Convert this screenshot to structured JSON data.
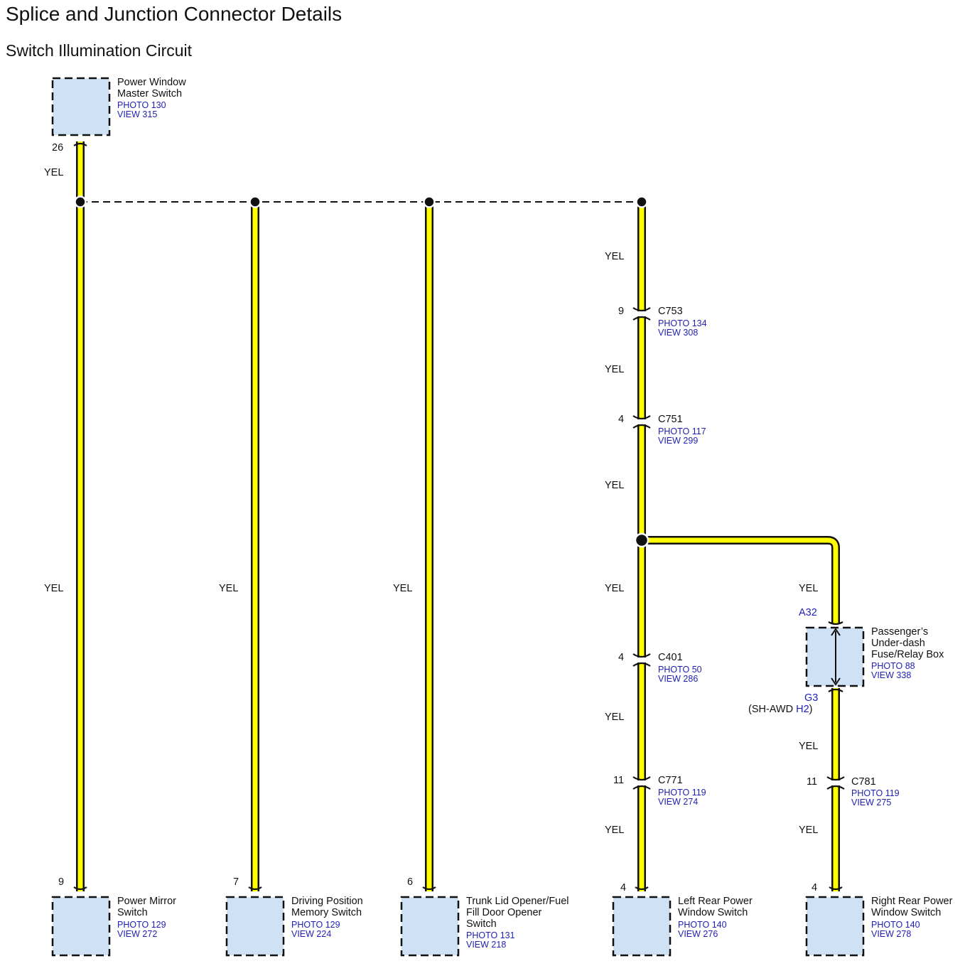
{
  "title": "Splice and Junction Connector Details",
  "subtitle": "Switch Illumination Circuit",
  "wire_color": "YEL",
  "colors": {
    "wire": "#ffff00",
    "box_fill": "#cfe2f5",
    "ref_text": "#1f1fb5"
  },
  "components": {
    "master": {
      "name1": "Power Window",
      "name2": "Master Switch",
      "photo": "PHOTO 130",
      "view": "VIEW 315",
      "pin": "26"
    },
    "mirror": {
      "name1": "Power Mirror",
      "name2": "Switch",
      "photo": "PHOTO 129",
      "view": "VIEW 272",
      "pin": "9"
    },
    "memory": {
      "name1": "Driving Position",
      "name2": "Memory Switch",
      "photo": "PHOTO 129",
      "view": "VIEW 224",
      "pin": "7"
    },
    "trunk": {
      "name1": "Trunk Lid Opener/Fuel",
      "name2": "Fill Door Opener",
      "name3": "Switch",
      "photo": "PHOTO 131",
      "view": "VIEW 218",
      "pin": "6"
    },
    "left_rear": {
      "name1": "Left Rear Power",
      "name2": "Window Switch",
      "photo": "PHOTO 140",
      "view": "VIEW 276",
      "pin": "4"
    },
    "right_rear": {
      "name1": "Right Rear Power",
      "name2": "Window Switch",
      "photo": "PHOTO 140",
      "view": "VIEW 278",
      "pin": "4"
    },
    "fusebox": {
      "name1": "Passenger’s",
      "name2": "Under-dash",
      "name3": "Fuse/Relay Box",
      "photo": "PHOTO 88",
      "view": "VIEW 338",
      "top_pin": "A32",
      "bottom_pin": "G3",
      "alt_open": "(SH-AWD ",
      "alt_pin": "H2",
      "alt_close": ")"
    }
  },
  "connectors": {
    "c753": {
      "name": "C753",
      "photo": "PHOTO 134",
      "view": "VIEW 308",
      "pin": "9"
    },
    "c751": {
      "name": "C751",
      "photo": "PHOTO 117",
      "view": "VIEW 299",
      "pin": "4"
    },
    "c401": {
      "name": "C401",
      "photo": "PHOTO 50",
      "view": "VIEW 286",
      "pin": "4"
    },
    "c771": {
      "name": "C771",
      "photo": "PHOTO 119",
      "view": "VIEW 274",
      "pin": "11"
    },
    "c781": {
      "name": "C781",
      "photo": "PHOTO 119",
      "view": "VIEW 275",
      "pin": "11"
    }
  }
}
